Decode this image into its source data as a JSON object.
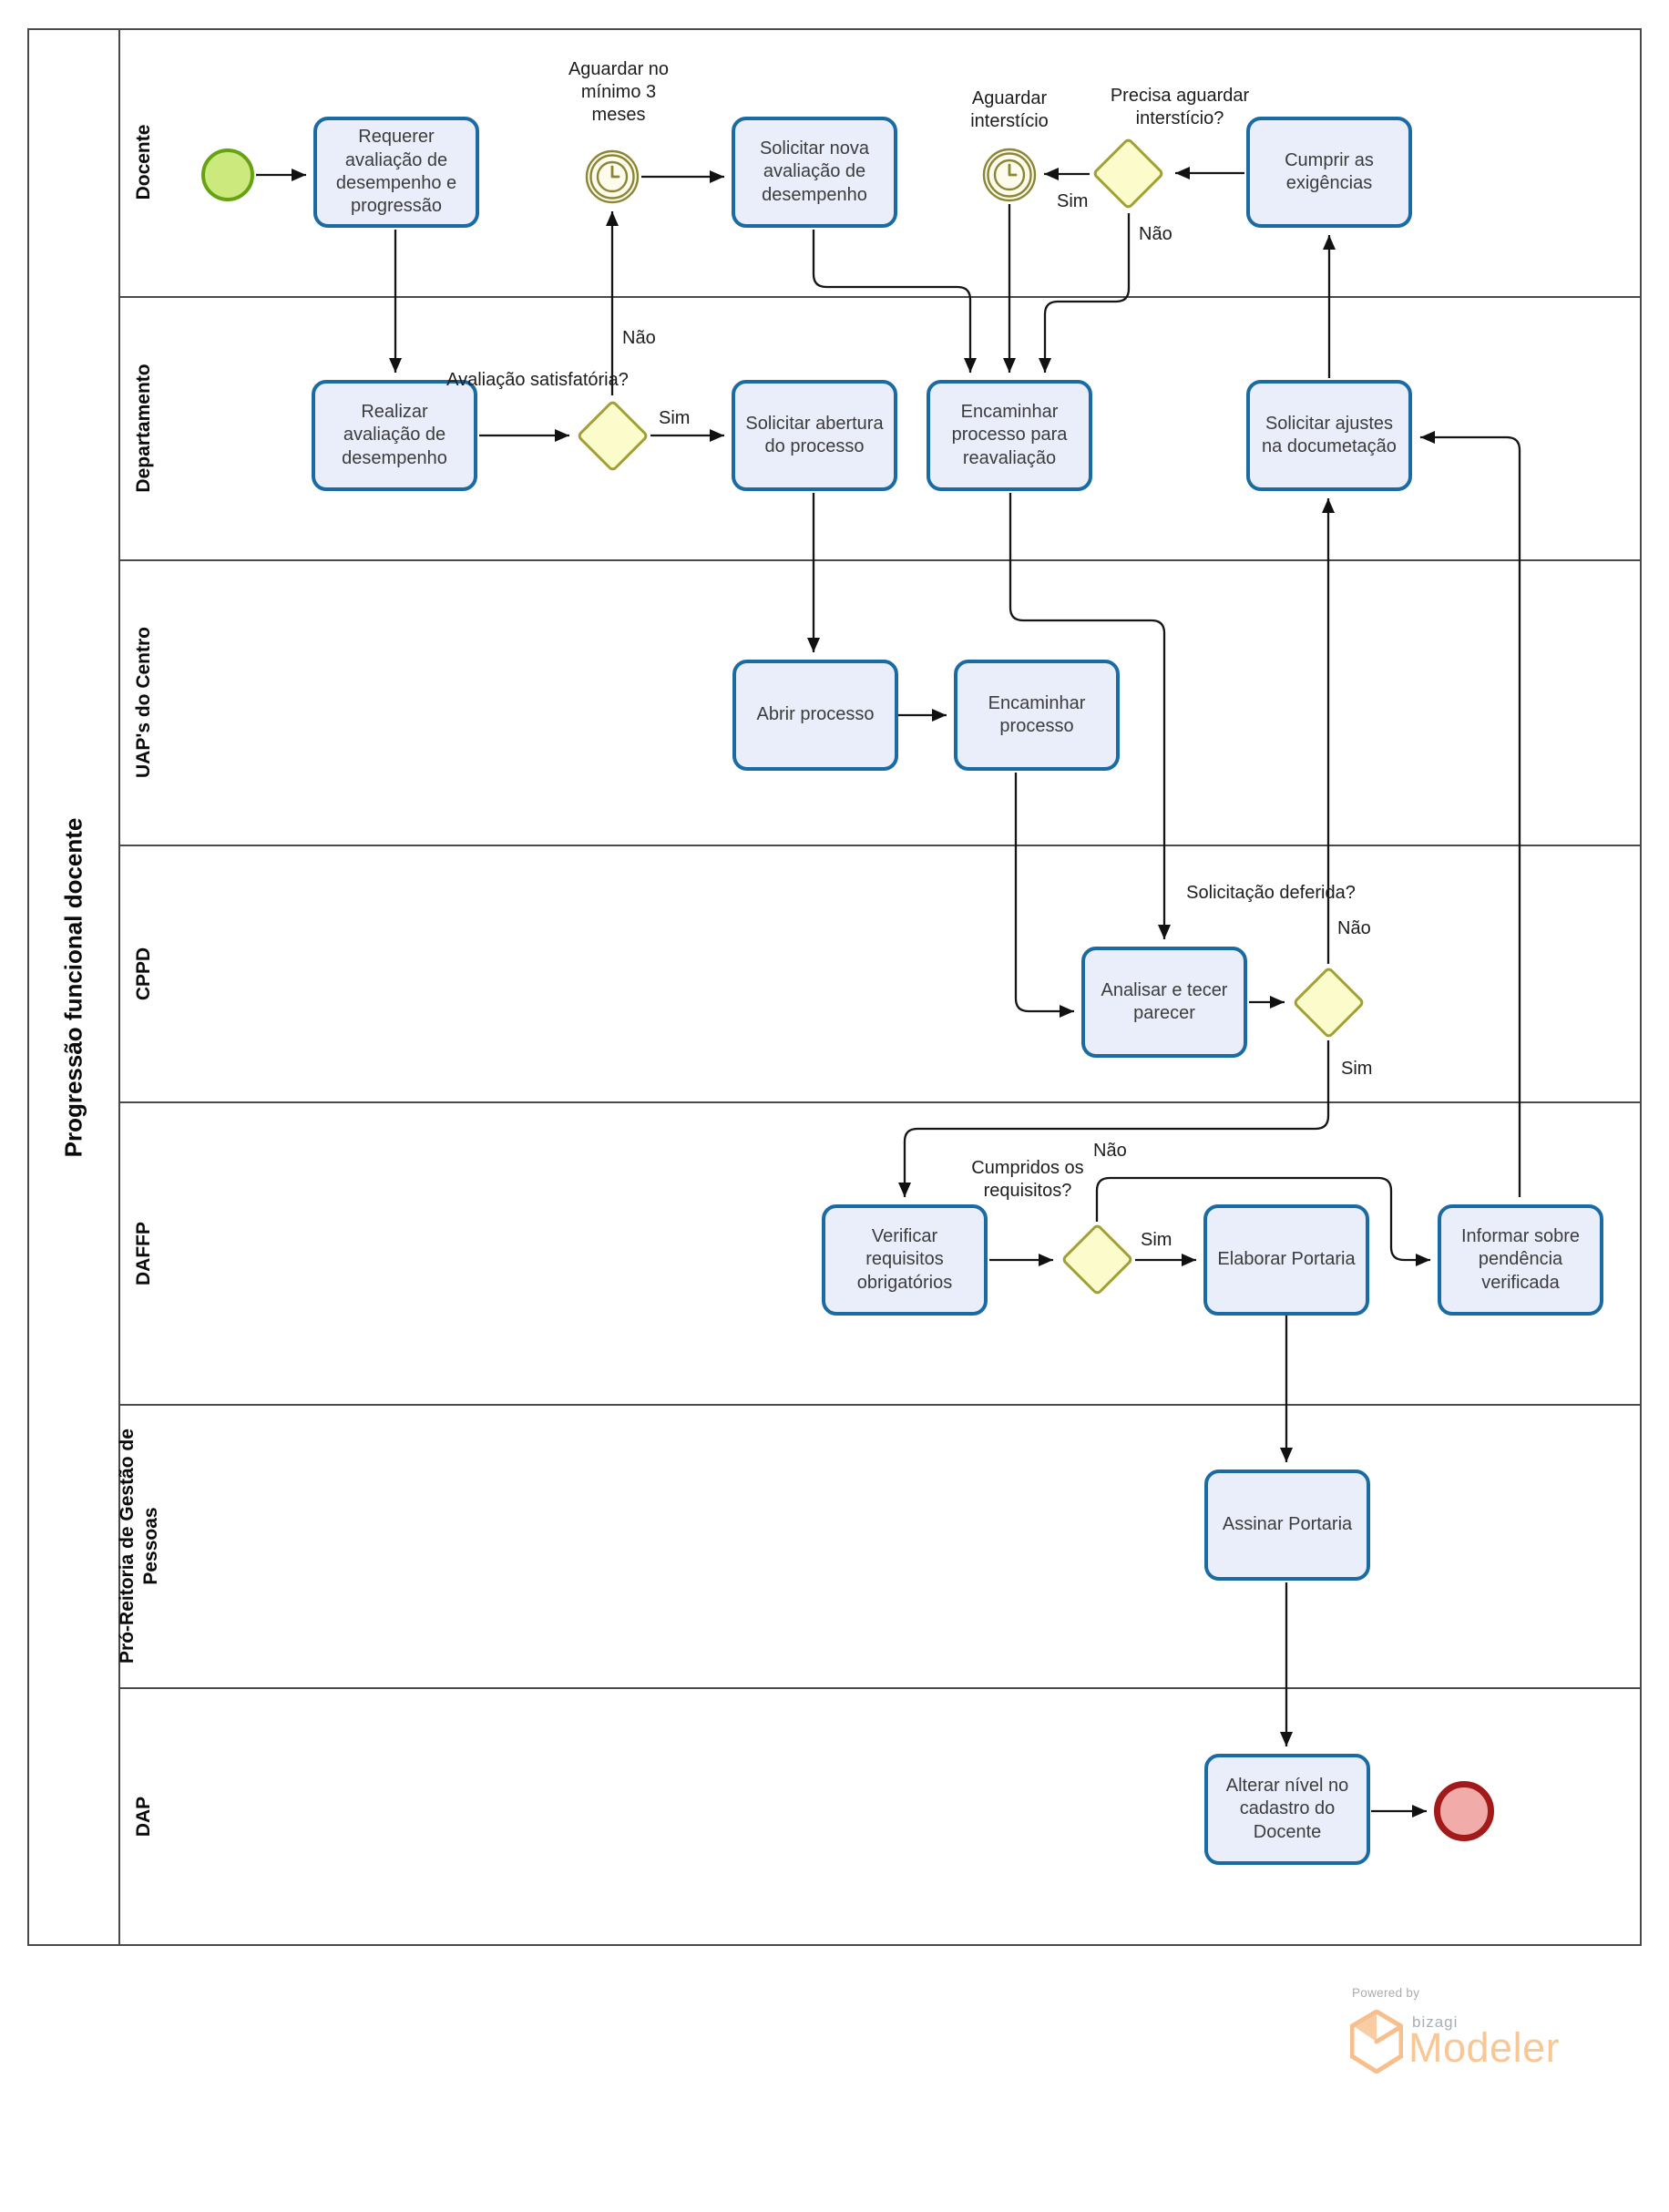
{
  "pool": {
    "title": "Progressão funcional docente"
  },
  "lanes": [
    {
      "label": "Docente"
    },
    {
      "label": "Departamento"
    },
    {
      "label": "UAP's do Centro"
    },
    {
      "label": "CPPD"
    },
    {
      "label": "DAFFP"
    },
    {
      "label": "Pró-Reitoria de Gestão de Pessoas"
    },
    {
      "label": "DAP"
    }
  ],
  "nodes": {
    "requerer": {
      "label": "Requerer avaliação de desempenho e progressão"
    },
    "timer_3_meses": {
      "label": "Aguardar no mínimo 3 meses"
    },
    "solicitar_nova": {
      "label": "Solicitar nova avaliação de desempenho"
    },
    "timer_intersticio": {
      "label": "Aguardar interstício"
    },
    "gw_precisa_aguardar": {
      "label": "Precisa aguardar interstício?"
    },
    "cumprir": {
      "label": "Cumprir as exigências"
    },
    "realizar": {
      "label": "Realizar avaliação de desempenho"
    },
    "gw_avaliacao": {
      "label": "Avaliação satisfatória?"
    },
    "solicitar_abertura": {
      "label": "Solicitar abertura do processo"
    },
    "encaminhar_reavaliacao": {
      "label": "Encaminhar processo para reavaliação"
    },
    "solicitar_ajustes": {
      "label": "Solicitar ajustes na documetação"
    },
    "abrir_processo": {
      "label": "Abrir processo"
    },
    "encaminhar_processo": {
      "label": "Encaminhar processo"
    },
    "analisar": {
      "label": "Analisar e tecer parecer"
    },
    "gw_solicitacao_deferida": {
      "label": "Solicitação deferida?"
    },
    "verificar": {
      "label": "Verificar requisitos obrigatórios"
    },
    "gw_cumpridos_requisitos": {
      "label": "Cumpridos os requisitos?"
    },
    "elaborar": {
      "label": "Elaborar Portaria"
    },
    "informar": {
      "label": "Informar sobre pendência verificada"
    },
    "assinar": {
      "label": "Assinar Portaria"
    },
    "alterar": {
      "label": "Alterar nível no cadastro do Docente"
    }
  },
  "edge_labels": {
    "aval_nao": "Não",
    "aval_sim": "Sim",
    "interst_sim": "Sim",
    "interst_nao": "Não",
    "defer_nao": "Não",
    "defer_sim": "Sim",
    "req_nao": "Não",
    "req_sim": "Sim"
  },
  "colors": {
    "task_fill": "#E9EEFA",
    "task_border": "#1A6BA4",
    "gateway_fill": "#FBFBCB",
    "gateway_border": "#A0A034",
    "start_fill": "#CCE97E",
    "start_border": "#66A313",
    "end_fill": "#F1ACAA",
    "end_border": "#A21A1A",
    "timer_stroke": "#8A8636",
    "logo_orange": "#F7BF8D"
  },
  "logo": {
    "powered_by": "Powered by",
    "brand": "bizagi",
    "product": "Modeler"
  }
}
